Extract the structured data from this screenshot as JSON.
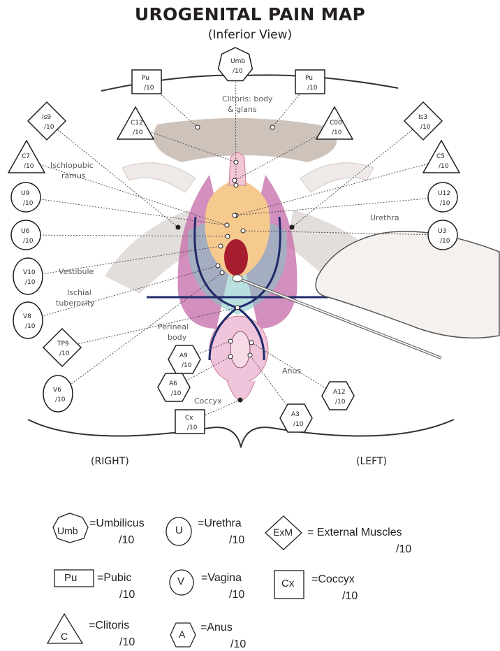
{
  "title": "UROGENITAL PAIN MAP",
  "subtitle": "(Inferior View)",
  "markers": [
    {
      "id": "umb",
      "label": "Umb",
      "score": "/10",
      "shape": "heptagon"
    },
    {
      "id": "pu-r",
      "label": "Pu",
      "score": "/10",
      "shape": "rect"
    },
    {
      "id": "pu-l",
      "label": "Pu",
      "score": "/10",
      "shape": "rect"
    },
    {
      "id": "is9",
      "label": "Is9",
      "score": "/10",
      "shape": "diamond"
    },
    {
      "id": "c12",
      "label": "C12",
      "score": "/10",
      "shape": "triangle"
    },
    {
      "id": "c00",
      "label": "C00",
      "score": "/10",
      "shape": "triangle"
    },
    {
      "id": "is3",
      "label": "Is3",
      "score": "/10",
      "shape": "diamond"
    },
    {
      "id": "c7",
      "label": "C7",
      "score": "/10",
      "shape": "triangle"
    },
    {
      "id": "c5",
      "label": "C5",
      "score": "/10",
      "shape": "triangle"
    },
    {
      "id": "u9",
      "label": "U9",
      "score": "/10",
      "shape": "circle"
    },
    {
      "id": "u12",
      "label": "U12",
      "score": "/10",
      "shape": "circle"
    },
    {
      "id": "u6",
      "label": "U6",
      "score": "/10",
      "shape": "circle"
    },
    {
      "id": "u3",
      "label": "U3",
      "score": "/10",
      "shape": "circle"
    },
    {
      "id": "v10",
      "label": "V10",
      "score": "/10",
      "shape": "oval"
    },
    {
      "id": "v8",
      "label": "V8",
      "score": "/10",
      "shape": "oval"
    },
    {
      "id": "tp9",
      "label": "TP9",
      "score": "/10",
      "shape": "diamond"
    },
    {
      "id": "v6",
      "label": "V6",
      "score": "/10",
      "shape": "oval"
    },
    {
      "id": "a9",
      "label": "A9",
      "score": "/10",
      "shape": "hexagon"
    },
    {
      "id": "a6",
      "label": "A6",
      "score": "/10",
      "shape": "hexagon"
    },
    {
      "id": "cx",
      "label": "Cx",
      "score": "/10",
      "shape": "rect"
    },
    {
      "id": "a12",
      "label": "A12",
      "score": "/10",
      "shape": "hexagon"
    },
    {
      "id": "a3",
      "label": "A3",
      "score": "/10",
      "shape": "hexagon"
    }
  ],
  "anatomy_labels": {
    "clitoris": [
      "Clitoris: body",
      "& glans"
    ],
    "ischiopubic": [
      "Ischiopubic",
      "ramus"
    ],
    "urethra": "Urethra",
    "vestibule": "Vestibule",
    "ischial": [
      "Ischial",
      "tuberosity"
    ],
    "perineal": [
      "Perineal",
      "body"
    ],
    "anus": "Anus",
    "coccyx": "Coccyx"
  },
  "sides": {
    "right": "(RIGHT)",
    "left": "(LEFT)"
  },
  "legend": [
    {
      "id": "umb",
      "symbol": "Umb",
      "text": "=Umbilicus",
      "score": "/10"
    },
    {
      "id": "u",
      "symbol": "U",
      "text": "=Urethra",
      "score": "/10"
    },
    {
      "id": "exm",
      "symbol": "ExM",
      "text": "= External Muscles",
      "score": "/10"
    },
    {
      "id": "pu",
      "symbol": "Pu",
      "text": "=Pubic",
      "score": "/10"
    },
    {
      "id": "v",
      "symbol": "V",
      "text": "=Vagina",
      "score": "/10"
    },
    {
      "id": "cx",
      "symbol": "Cx",
      "text": "=Coccyx",
      "score": "/10"
    },
    {
      "id": "c",
      "symbol": "C",
      "text": "=Clitoris",
      "score": "/10"
    },
    {
      "id": "a",
      "symbol": "A",
      "text": "=Anus",
      "score": "/10"
    }
  ],
  "colors": {
    "arrow": "#1f2a6b",
    "muscle": "#b5478f",
    "vestibule": "#f6c98f",
    "vagina": "#a51d2f",
    "line": "#444444"
  }
}
